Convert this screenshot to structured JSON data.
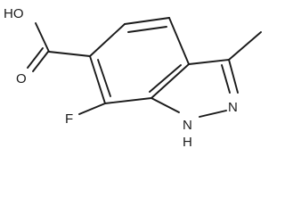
{
  "molecule": {
    "atom_labels": {
      "carboxylic_acid": "HO",
      "carbonyl_oxygen": "O",
      "fluorine": "F",
      "ring_nitrogen_h": "N",
      "ring_nitrogen_h_hydrogen": "H",
      "ring_nitrogen": "N"
    }
  }
}
